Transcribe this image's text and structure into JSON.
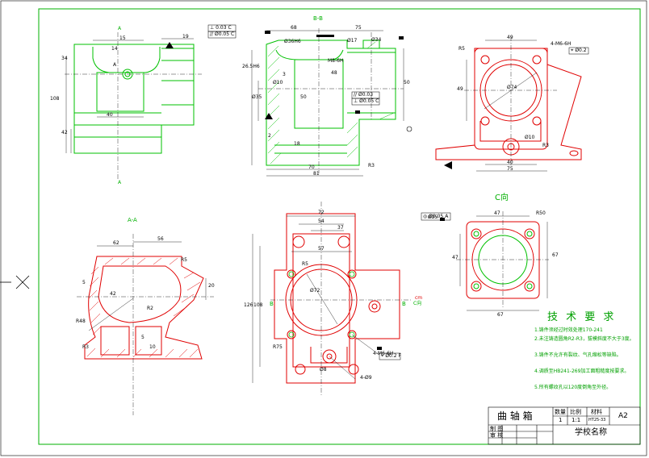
{
  "views": {
    "section_bb": "B-B",
    "section_aa": "A-A",
    "view_c": "C向",
    "cut_a_top": "A",
    "cut_a_bottom": "A",
    "cut_b_left": "B",
    "cut_b_right": "B",
    "cut_c": "C向"
  },
  "tolerance_frames": [
    {
      "sym": "⊥",
      "val": "0.03",
      "datum": "C"
    },
    {
      "sym": "//",
      "val": "Ø0.05",
      "datum": "C"
    },
    {
      "sym": "⌖",
      "val": "Ø0.2",
      "datum": ""
    },
    {
      "sym": "//",
      "val": "Ø0.03",
      "datum": ""
    },
    {
      "sym": "⊥",
      "val": "Ø0.05",
      "datum": "C"
    },
    {
      "sym": "◎",
      "val": "Ø0.05",
      "datum": "A"
    },
    {
      "sym": "⌖",
      "val": "Ø0.2",
      "datum": "F"
    }
  ],
  "dims": {
    "v1": [
      "15",
      "14",
      "19",
      "34",
      "108",
      "42",
      "40",
      "A"
    ],
    "v2": [
      "68",
      "75",
      "Ø36H6",
      "Ø34",
      "26.5H6",
      "Ø35",
      "48",
      "50",
      "50",
      "M8-6H",
      "Ø17",
      "Ø10",
      "2",
      "18",
      "70",
      "81",
      "R3",
      "3"
    ],
    "v3": [
      "49",
      "4-M6-6H",
      "R5",
      "49",
      "Ø74",
      "Ø10",
      "40",
      "75",
      "R3"
    ],
    "v4": [
      "62",
      "56",
      "5",
      "R5",
      "42",
      "20",
      "R48",
      "R2",
      "R3",
      "5",
      "10"
    ],
    "v5": [
      "72",
      "54",
      "37",
      "57",
      "R5",
      "108",
      "126",
      "Ø72",
      "Ø8",
      "4-M6-6H",
      "R75",
      "4-Ø9",
      "cm"
    ],
    "v6": [
      "47",
      "R50",
      "47",
      "67",
      "67",
      "Ø25"
    ]
  },
  "tech_requirements": {
    "title": "技 术 要 求",
    "items": [
      "1.铸件须经过时效处理170-241",
      "2.未注铸造圆角R2-R3，拔模斜度不大于3度。",
      "3.铸件不允许有裂纹、气孔缩松等缺陷。",
      "4.调质至HB241-269加工面粗糙度按要求。",
      "5.所有螺纹孔以120度倒角至外径。"
    ]
  },
  "title_block": {
    "part_name": "曲 轴 箱",
    "h_count": "数量",
    "h_scale": "比例",
    "h_material": "材料",
    "count": "1",
    "scale": "1:1",
    "material": "HT25-33",
    "sheet_size": "A2",
    "drawn": "制 图",
    "checked": "审 核",
    "school": "学校名称"
  }
}
